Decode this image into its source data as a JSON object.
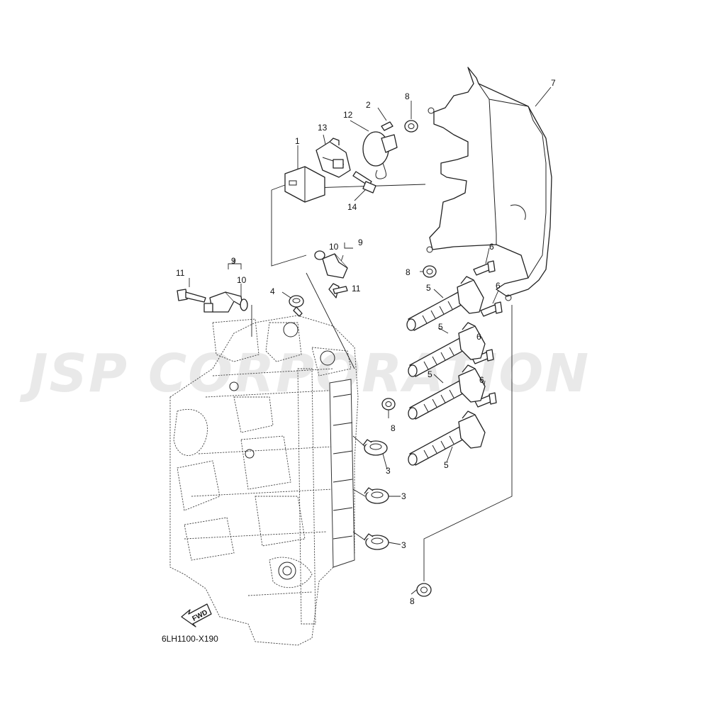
{
  "diagram_code": "6LH1100-X190",
  "fwd_label": "FWD",
  "watermark": "JSP CORPORATION",
  "callouts": {
    "c1": "1",
    "c2": "2",
    "c3a": "3",
    "c3b": "3",
    "c3c": "3",
    "c4": "4",
    "c5a": "5",
    "c5b": "5",
    "c5c": "5",
    "c5d": "5",
    "c6a": "6",
    "c6b": "6",
    "c6c": "6",
    "c6d": "6",
    "c7": "7",
    "c8a": "8",
    "c8b": "8",
    "c8c": "8",
    "c8d": "8",
    "c9a": "9",
    "c9b": "9",
    "c10a": "10",
    "c10b": "10",
    "c11a": "11",
    "c11b": "11",
    "c12": "12",
    "c13": "13",
    "c14": "14"
  }
}
